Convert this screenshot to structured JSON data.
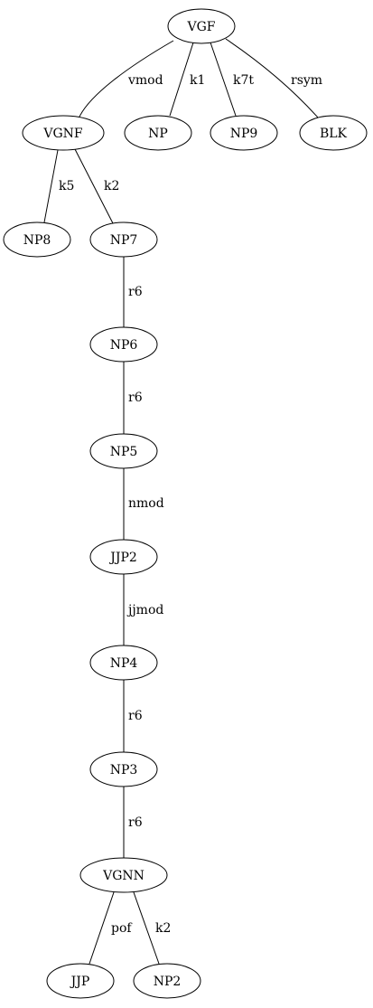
{
  "diagram": {
    "type": "dependency-tree",
    "nodes": [
      {
        "id": "VGF",
        "label": "VGF"
      },
      {
        "id": "VGNF",
        "label": "VGNF"
      },
      {
        "id": "NP",
        "label": "NP"
      },
      {
        "id": "NP9",
        "label": "NP9"
      },
      {
        "id": "BLK",
        "label": "BLK"
      },
      {
        "id": "NP8",
        "label": "NP8"
      },
      {
        "id": "NP7",
        "label": "NP7"
      },
      {
        "id": "NP6",
        "label": "NP6"
      },
      {
        "id": "NP5",
        "label": "NP5"
      },
      {
        "id": "JJP2",
        "label": "JJP2"
      },
      {
        "id": "NP4",
        "label": "NP4"
      },
      {
        "id": "NP3",
        "label": "NP3"
      },
      {
        "id": "VGNN",
        "label": "VGNN"
      },
      {
        "id": "JJP",
        "label": "JJP"
      },
      {
        "id": "NP2",
        "label": "NP2"
      }
    ],
    "edges": [
      {
        "from": "VGF",
        "to": "VGNF",
        "label": "vmod"
      },
      {
        "from": "VGF",
        "to": "NP",
        "label": "k1"
      },
      {
        "from": "VGF",
        "to": "NP9",
        "label": "k7t"
      },
      {
        "from": "VGF",
        "to": "BLK",
        "label": "rsym"
      },
      {
        "from": "VGNF",
        "to": "NP8",
        "label": "k5"
      },
      {
        "from": "VGNF",
        "to": "NP7",
        "label": "k2"
      },
      {
        "from": "NP7",
        "to": "NP6",
        "label": "r6"
      },
      {
        "from": "NP6",
        "to": "NP5",
        "label": "r6"
      },
      {
        "from": "NP5",
        "to": "JJP2",
        "label": "nmod"
      },
      {
        "from": "JJP2",
        "to": "NP4",
        "label": "jjmod"
      },
      {
        "from": "NP4",
        "to": "NP3",
        "label": "r6"
      },
      {
        "from": "NP3",
        "to": "VGNN",
        "label": "r6"
      },
      {
        "from": "VGNN",
        "to": "JJP",
        "label": "pof"
      },
      {
        "from": "VGNN",
        "to": "NP2",
        "label": "k2"
      }
    ]
  }
}
